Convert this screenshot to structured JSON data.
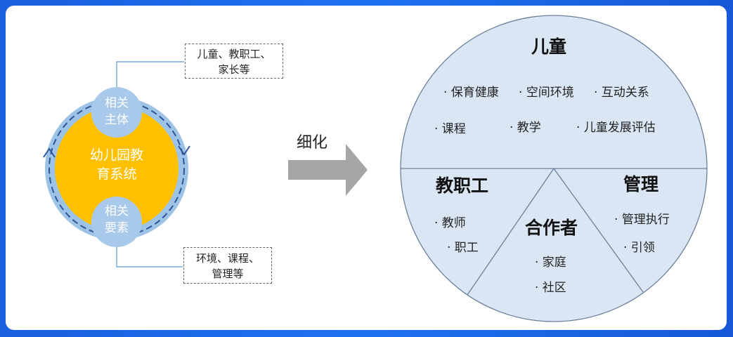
{
  "left": {
    "subject_box": [
      "儿童、教职工、",
      "家长等"
    ],
    "element_box": [
      "环境、课程、",
      "管理等"
    ],
    "top_node": [
      "相关",
      "主体"
    ],
    "bottom_node": [
      "相关",
      "要素"
    ],
    "center": [
      "幼儿园教",
      "育系统"
    ]
  },
  "arrow_label": "细化",
  "right": {
    "children_title": "儿童",
    "children_items": [
      "· 保育健康",
      "· 空间环境",
      "· 互动关系",
      "· 课程",
      "· 教学",
      "· 儿童发展评估"
    ],
    "staff_title": "教职工",
    "staff_items": [
      "· 教师",
      "· 职工"
    ],
    "partner_title": "合作者",
    "partner_items": [
      "· 家庭",
      "· 社区"
    ],
    "mgmt_title": "管理",
    "mgmt_items": [
      "· 管理执行",
      "· 引领"
    ]
  },
  "colors": {
    "panel_bg": "#ffffff",
    "ring": "#9dc3e6",
    "ring_dash": "#2f5597",
    "core": "#ffc000",
    "node": "#a9c9eb",
    "pie_fill": "#dae6f4",
    "pie_stroke": "#6b7f99",
    "arrow": "#a6a6a6",
    "connector": "#5b9bd5"
  }
}
